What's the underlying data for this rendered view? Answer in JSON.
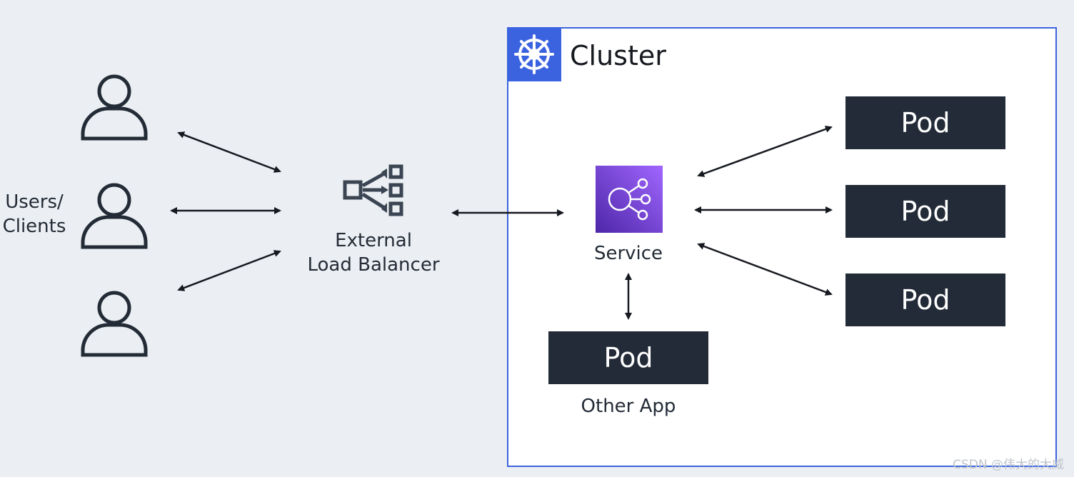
{
  "users_label": "Users/\nClients",
  "load_balancer_label": "External\nLoad Balancer",
  "cluster_title": "Cluster",
  "service_label": "Service",
  "pods": [
    "Pod",
    "Pod",
    "Pod"
  ],
  "other_pod": "Pod",
  "other_app_label": "Other App",
  "watermark": "CSDN @伟大的大威",
  "colors": {
    "background": "#ebeff3",
    "cluster_border": "#3b63e0",
    "pod": "#232b38",
    "service_gradient": [
      "#4d27a8",
      "#a166ff"
    ],
    "text": "#232b36"
  },
  "icons": [
    "user-icon",
    "load-balancer-icon",
    "kubernetes-wheel-icon",
    "service-icon"
  ]
}
